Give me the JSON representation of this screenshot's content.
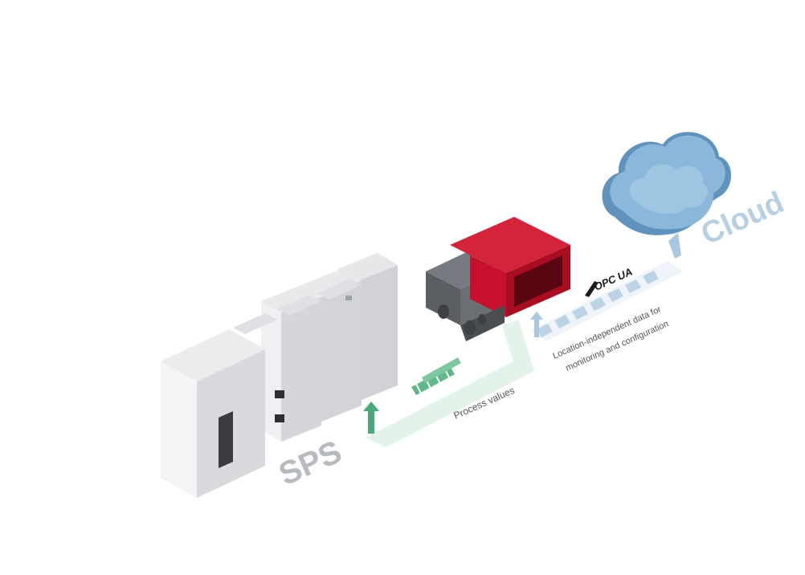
{
  "labels": {
    "plc": "SPS",
    "cloud": "Cloud",
    "process_values": "Process values",
    "cloud_data_line1": "Location-independent data for",
    "cloud_data_line2": "monitoring and configuration",
    "opc_logo": "OPC UA"
  },
  "colors": {
    "sensor_red": "#c8102e",
    "sensor_gray": "#5b5e63",
    "plc_gray": "#dcdde0",
    "green_path": "#d7efe2",
    "green_arrow": "#4aa97a",
    "blue_path": "#c9dcea",
    "cloud_blue": "#7faed3",
    "label_gray": "#b7babf",
    "label_blue": "#b6d0e3"
  }
}
